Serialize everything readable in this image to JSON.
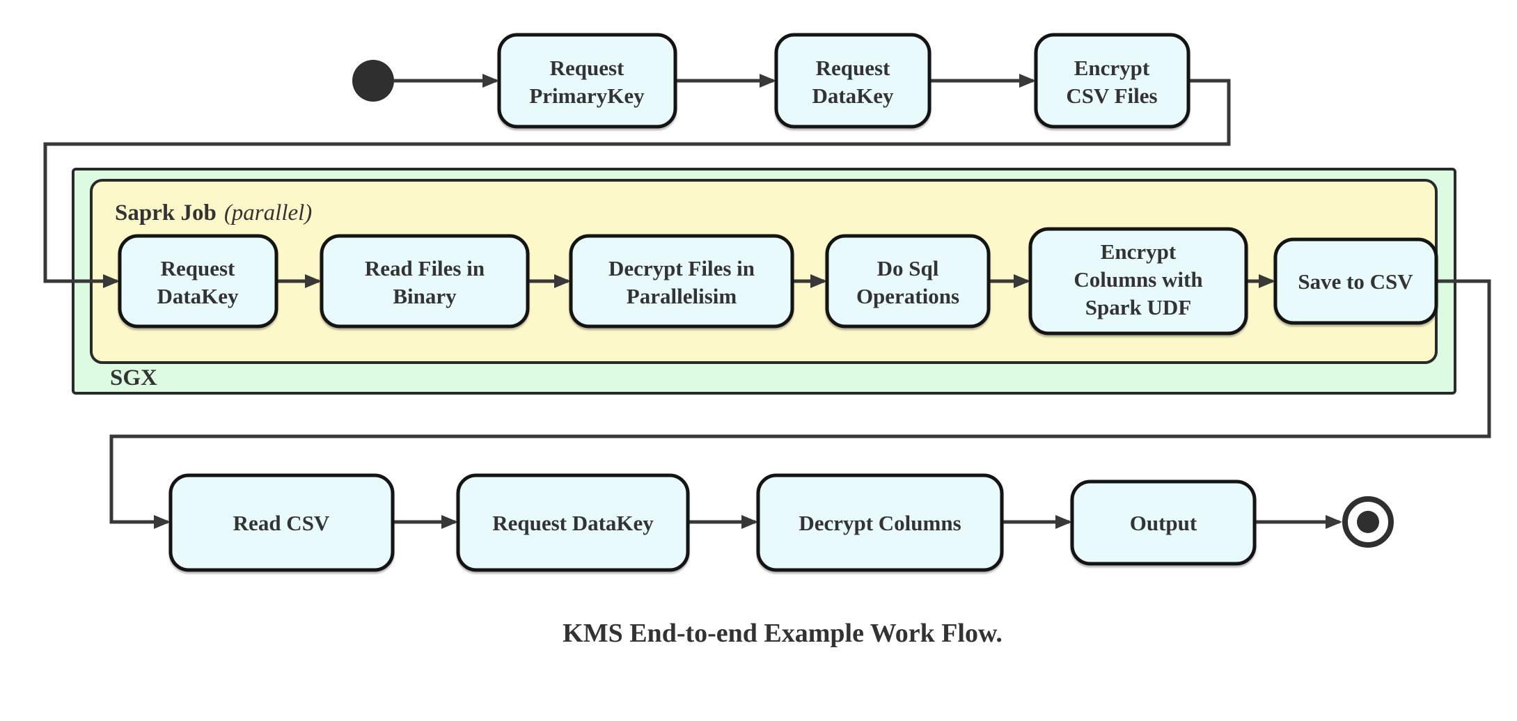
{
  "caption": "KMS End-to-end Example Work Flow.",
  "colors": {
    "node_fill": "#e8fafc",
    "sgx_fill": "#dcfbe0",
    "spark_fill": "#fcf8c9",
    "edge": "#383838",
    "terminal": "#2f2f2f"
  },
  "containers": {
    "sgx": {
      "label": "SGX"
    },
    "spark_job": {
      "label": "Saprk Job",
      "suffix": "(parallel)"
    }
  },
  "nodes": {
    "top": [
      {
        "lines": [
          "Request",
          "PrimaryKey"
        ]
      },
      {
        "lines": [
          "Request",
          "DataKey"
        ]
      },
      {
        "lines": [
          "Encrypt",
          "CSV Files"
        ]
      }
    ],
    "spark": [
      {
        "lines": [
          "Request",
          "DataKey"
        ]
      },
      {
        "lines": [
          "Read Files in",
          "Binary"
        ]
      },
      {
        "lines": [
          "Decrypt Files in",
          "Parallelisim"
        ]
      },
      {
        "lines": [
          "Do Sql",
          "Operations"
        ]
      },
      {
        "lines": [
          "Encrypt",
          "Columns with",
          "Spark UDF"
        ]
      },
      {
        "lines": [
          "Save to CSV"
        ]
      }
    ],
    "bottom": [
      {
        "lines": [
          "Read CSV"
        ]
      },
      {
        "lines": [
          "Request DataKey"
        ]
      },
      {
        "lines": [
          "Decrypt Columns"
        ]
      },
      {
        "lines": [
          "Output"
        ]
      }
    ]
  }
}
